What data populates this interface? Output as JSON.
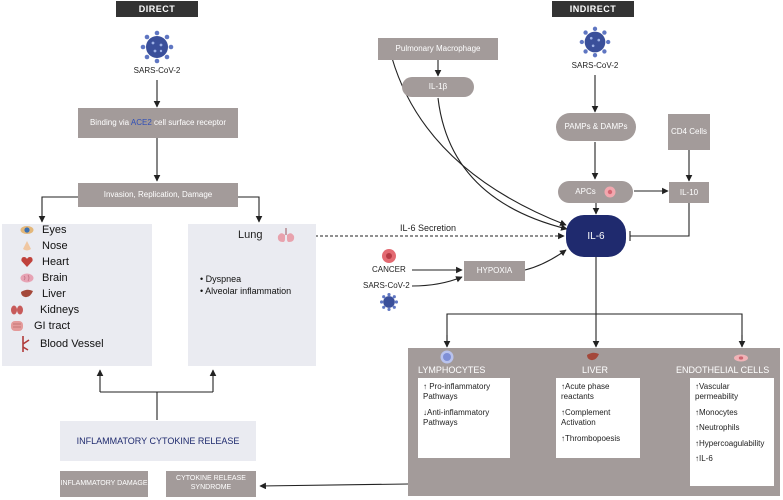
{
  "headers": {
    "direct": "DIRECT",
    "indirect": "INDIRECT"
  },
  "direct": {
    "virus_label": "SARS-CoV-2",
    "binding_pre": "Binding via ",
    "binding_ace2": "ACE2",
    "binding_post": " cell surface receptor",
    "invasion": "Invasion, Replication, Damage",
    "organs": [
      "Eyes",
      "Nose",
      "Heart",
      "Brain",
      "Liver",
      "Kidneys",
      "GI tract",
      "Blood Vessel"
    ],
    "lung_label": "Lung",
    "lung_symptoms": [
      "Dyspnea",
      "Alveolar inflammation"
    ],
    "inflammatory_release": "INFLAMMATORY CYTOKINE RELEASE",
    "inflammatory_damage": "INFLAMMATORY DAMAGE",
    "crs": "CYTOKINE RELEASE SYNDROME"
  },
  "indirect": {
    "pulmonary_macrophage": "Pulmonary Macrophage",
    "il1b": "IL-1β",
    "virus_label": "SARS-CoV-2",
    "pamps": "PAMPs & DAMPs",
    "cd4": "CD4 Cells",
    "apcs": "APCs",
    "il10": "IL-10",
    "il6": "IL-6",
    "il6_secretion": "IL-6 Secretion",
    "cancer": "CANCER",
    "hypoxia": "HYPOXIA",
    "sars2": "SARS-CoV-2"
  },
  "effects": {
    "lymphocytes": {
      "title": "LYMPHOCYTES",
      "items": [
        "↑ Pro-inflammatory Pathways",
        "↓Anti-inflammatory Pathways"
      ]
    },
    "liver": {
      "title": "LIVER",
      "items": [
        "↑Acute phase reactants",
        "↑Complement Activation",
        "↑Thrombopoesis"
      ]
    },
    "endothelial": {
      "title": "ENDOTHELIAL CELLS",
      "items": [
        "↑Vascular permeability",
        "↑Monocytes",
        "↑Neutrophils",
        "↑Hypercoagulability",
        "↑IL-6"
      ]
    }
  },
  "colors": {
    "box": "#a39b9a",
    "panel": "#eaebf1",
    "il6": "#1f2a6e",
    "header": "#333333",
    "virus": "#3a4f9a",
    "ace2": "#4a63b8"
  },
  "icons": [
    "virus-icon",
    "eye-icon",
    "nose-icon",
    "heart-icon",
    "brain-icon",
    "liver-icon",
    "kidney-icon",
    "intestine-icon",
    "blood-vessel-icon",
    "lung-icon",
    "cancer-cell-icon",
    "apc-cell-icon",
    "lymphocyte-icon",
    "endothelial-cell-icon"
  ]
}
